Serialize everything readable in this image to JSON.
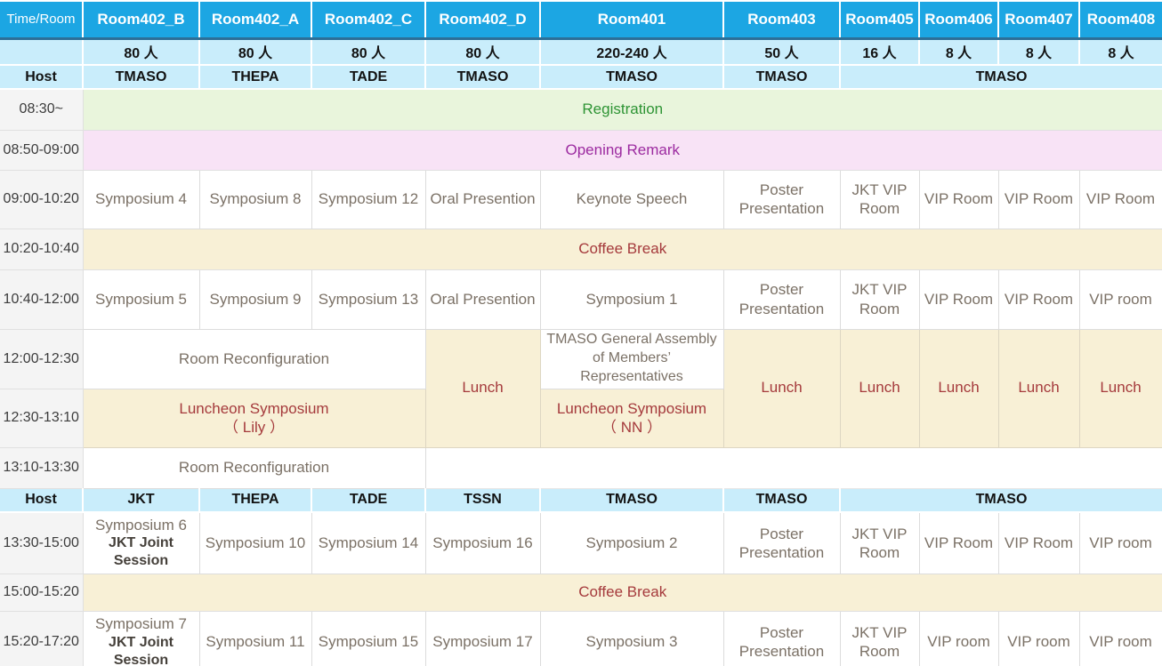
{
  "palette": {
    "header_blue": "#1ca6e3",
    "header_separator_blue": "#2d6f97",
    "light_blue": "#c9edfb",
    "registration_bg": "#e9f5dc",
    "registration_text": "#2e9434",
    "opening_bg": "#f8e3f6",
    "opening_text": "#9c2ba0",
    "lunch_bg": "#f8f0d6",
    "lunch_text": "#a53a3c",
    "cell_text": "#7b7166",
    "time_col_bg": "#f4f4f4"
  },
  "header": {
    "time_room_label": "Time/Room",
    "room_names": [
      "Room402_B",
      "Room402_A",
      "Room402_C",
      "Room402_D",
      "Room401",
      "Room403",
      "Room405",
      "Room406",
      "Room407",
      "Room408"
    ]
  },
  "capacities": [
    "80 人",
    "80 人",
    "80 人",
    "80 人",
    "220-240 人",
    "50 人",
    "16 人",
    "8 人",
    "8 人",
    "8 人"
  ],
  "host_label": "Host",
  "hosts_am": [
    "TMASO",
    "THEPA",
    "TADE",
    "TMASO",
    "TMASO",
    "TMASO",
    "TMASO"
  ],
  "hosts_pm": [
    "JKT",
    "THEPA",
    "TADE",
    "TSSN",
    "TMASO",
    "TMASO",
    "TMASO"
  ],
  "rows": {
    "registration": {
      "time": "08:30~",
      "event": "Registration"
    },
    "opening": {
      "time": "08:50-09:00",
      "event": "Opening Remark"
    },
    "s1": {
      "time": "09:00-10:20",
      "cells": [
        "Symposium 4",
        "Symposium 8",
        "Symposium 12",
        "Oral Presention",
        "Keynote Speech",
        "Poster Presentation",
        "JKT VIP Room",
        "VIP Room",
        "VIP Room",
        "VIP Room"
      ]
    },
    "coffee1": {
      "time": "10:20-10:40",
      "event": "Coffee Break"
    },
    "s2": {
      "time": "10:40-12:00",
      "cells": [
        "Symposium 5",
        "Symposium 9",
        "Symposium 13",
        "Oral Presention",
        "Symposium 1",
        "Poster Presentation",
        "JKT VIP Room",
        "VIP Room",
        "VIP Room",
        "VIP room"
      ]
    },
    "lunch_a": {
      "time": "12:00-12:30",
      "reconfig": "Room Reconfiguration",
      "lunch_402d": "Lunch",
      "assembly": "TMASO General Assembly of Members’ Representatives",
      "lunch_rooms": [
        "Lunch",
        "Lunch",
        "Lunch",
        "Lunch",
        "Lunch"
      ]
    },
    "lunch_b": {
      "time": "12:30-13:10",
      "luncheon_line1": "Luncheon Symposium",
      "luncheon_lily": "（ Lily ）",
      "luncheon_nn_line1": "Luncheon Symposium",
      "luncheon_nn": "（ NN ）"
    },
    "reconfig2": {
      "time": "13:10-13:30",
      "reconfig": "Room Reconfiguration"
    },
    "s3": {
      "time": "13:30-15:00",
      "cells": [
        {
          "line1": "Symposium 6",
          "line2": "JKT Joint Session"
        },
        "Symposium 10",
        "Symposium 14",
        "Symposium 16",
        "Symposium 2",
        "Poster Presentation",
        "JKT VIP Room",
        "VIP Room",
        "VIP Room",
        "VIP room"
      ]
    },
    "coffee2": {
      "time": "15:00-15:20",
      "event": "Coffee Break"
    },
    "s4": {
      "time": "15:20-17:20",
      "cells": [
        {
          "line1": "Symposium 7",
          "line2": "JKT Joint Session"
        },
        "Symposium 11",
        "Symposium 15",
        "Symposium 17",
        "Symposium 3",
        "Poster Presentation",
        "JKT VIP Room",
        "VIP room",
        "VIP room",
        "VIP room"
      ]
    }
  }
}
